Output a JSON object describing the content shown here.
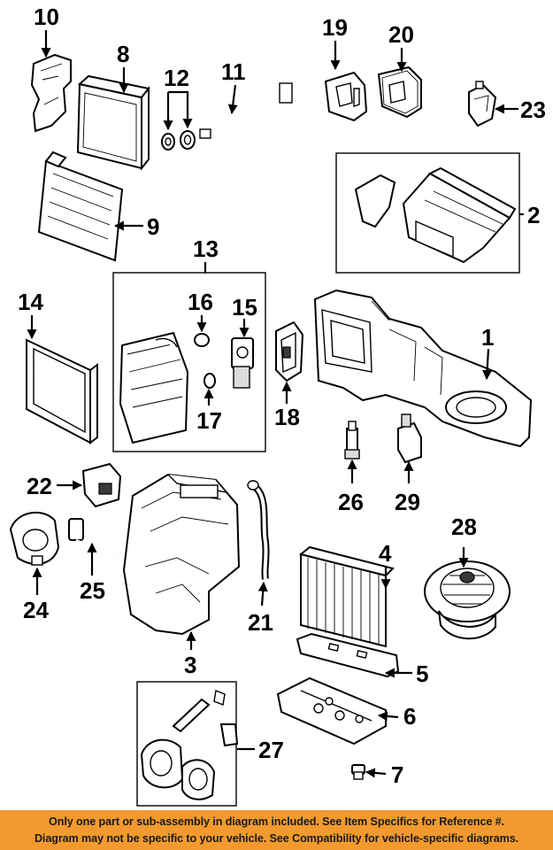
{
  "callouts": {
    "c1": "1",
    "c2": "2",
    "c3": "3",
    "c4": "4",
    "c5": "5",
    "c6": "6",
    "c7": "7",
    "c8": "8",
    "c9": "9",
    "c10": "10",
    "c11": "11",
    "c12": "12",
    "c13": "13",
    "c14": "14",
    "c15": "15",
    "c16": "16",
    "c17": "17",
    "c18": "18",
    "c19": "19",
    "c20": "20",
    "c21": "21",
    "c22": "22",
    "c23": "23",
    "c24": "24",
    "c25": "25",
    "c26": "26",
    "c27": "27",
    "c28": "28",
    "c29": "29"
  },
  "footer": {
    "line1": "Only one part or sub-assembly in diagram included. See Item Specifics for Reference #.",
    "line2": "Diagram may not be specific to your vehicle. See Compatibility for vehicle-specific diagrams."
  },
  "colors": {
    "footer_background": "#f29a2e",
    "line_art": "#000000",
    "background": "#ffffff"
  }
}
